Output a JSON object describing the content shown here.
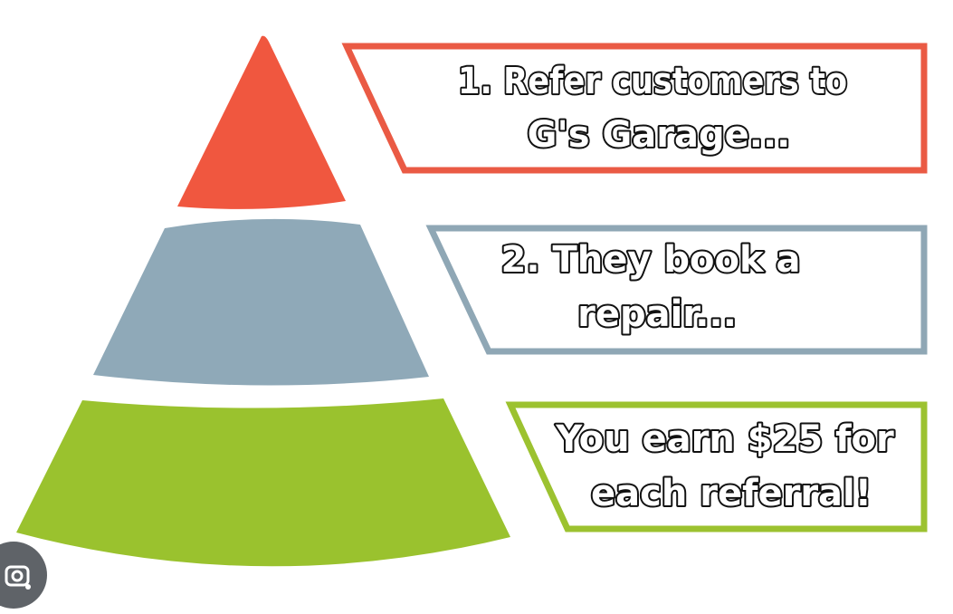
{
  "diagram": {
    "tiers": [
      {
        "id": "refer",
        "lines": [
          "1. Refer customers to",
          "G's Garage..."
        ],
        "color": "#f0573f"
      },
      {
        "id": "book",
        "lines": [
          "2. They book a",
          "repair..."
        ],
        "color": "#8fa9b8"
      },
      {
        "id": "earn",
        "lines": [
          "You earn $25 for",
          "each referral!"
        ],
        "color": "#9ac22e"
      }
    ]
  },
  "overlay": {
    "icon": "lens-search-icon"
  }
}
